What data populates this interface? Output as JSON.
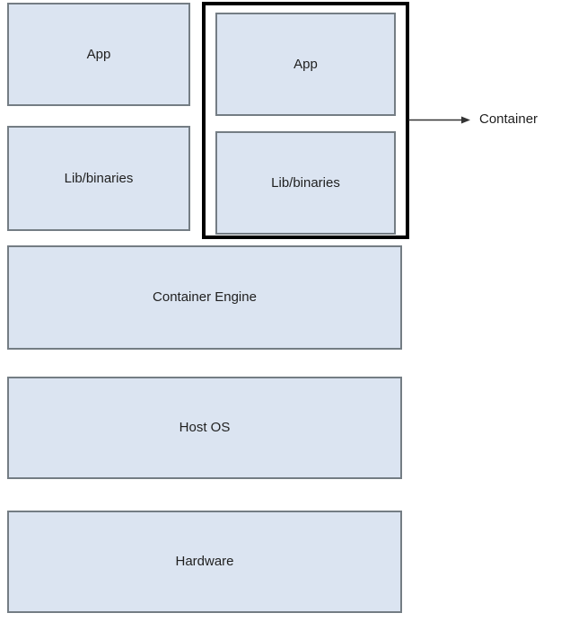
{
  "colors": {
    "box_fill": "#dbe4f1",
    "box_border": "#747d84",
    "container_border": "#000000",
    "text_color": "#1f1f1f",
    "arrow_color": "#333333",
    "canvas_bg": "#ffffff"
  },
  "boxes": {
    "app_left": "App",
    "lib_left": "Lib/binaries",
    "app_container": "App",
    "lib_container": "Lib/binaries",
    "container_engine": "Container Engine",
    "host_os": "Host OS",
    "hardware": "Hardware"
  },
  "annotation": {
    "container_label": "Container"
  }
}
